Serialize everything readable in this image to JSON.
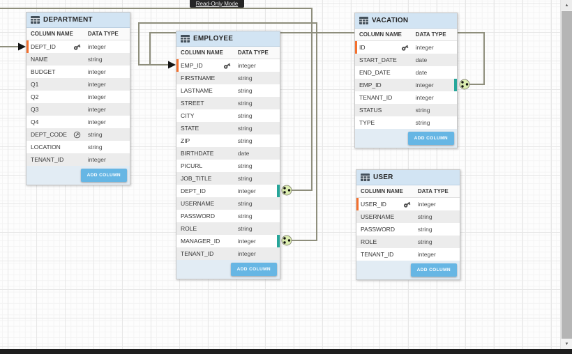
{
  "tooltip": {
    "label": "Read-Only Mode"
  },
  "table_ui": {
    "column_name_header": "COLUMN NAME",
    "data_type_header": "DATA TYPE",
    "add_column_label": "ADD COLUMN"
  },
  "tables": [
    {
      "id": "department",
      "title": "DEPARTMENT",
      "columns": [
        {
          "name": "DEPT_ID",
          "type": "integer",
          "key": "primary"
        },
        {
          "name": "NAME",
          "type": "string"
        },
        {
          "name": "BUDGET",
          "type": "integer"
        },
        {
          "name": "Q1",
          "type": "integer"
        },
        {
          "name": "Q2",
          "type": "integer"
        },
        {
          "name": "Q3",
          "type": "integer"
        },
        {
          "name": "Q4",
          "type": "integer"
        },
        {
          "name": "DEPT_CODE",
          "type": "string",
          "icon": "auto-generated"
        },
        {
          "name": "LOCATION",
          "type": "string"
        },
        {
          "name": "TENANT_ID",
          "type": "integer"
        }
      ]
    },
    {
      "id": "employee",
      "title": "EMPLOYEE",
      "columns": [
        {
          "name": "EMP_ID",
          "type": "integer",
          "key": "primary"
        },
        {
          "name": "FIRSTNAME",
          "type": "string"
        },
        {
          "name": "LASTNAME",
          "type": "string"
        },
        {
          "name": "STREET",
          "type": "string"
        },
        {
          "name": "CITY",
          "type": "string"
        },
        {
          "name": "STATE",
          "type": "string"
        },
        {
          "name": "ZIP",
          "type": "string"
        },
        {
          "name": "BIRTHDATE",
          "type": "date"
        },
        {
          "name": "PICURL",
          "type": "string"
        },
        {
          "name": "JOB_TITLE",
          "type": "string"
        },
        {
          "name": "DEPT_ID",
          "type": "integer",
          "key": "foreign"
        },
        {
          "name": "USERNAME",
          "type": "string"
        },
        {
          "name": "PASSWORD",
          "type": "string"
        },
        {
          "name": "ROLE",
          "type": "string"
        },
        {
          "name": "MANAGER_ID",
          "type": "integer",
          "key": "foreign"
        },
        {
          "name": "TENANT_ID",
          "type": "integer"
        }
      ]
    },
    {
      "id": "vacation",
      "title": "VACATION",
      "columns": [
        {
          "name": "ID",
          "type": "integer",
          "key": "primary"
        },
        {
          "name": "START_DATE",
          "type": "date"
        },
        {
          "name": "END_DATE",
          "type": "date"
        },
        {
          "name": "EMP_ID",
          "type": "integer",
          "key": "foreign"
        },
        {
          "name": "TENANT_ID",
          "type": "integer"
        },
        {
          "name": "STATUS",
          "type": "string"
        },
        {
          "name": "TYPE",
          "type": "string"
        }
      ]
    },
    {
      "id": "user",
      "title": "USER",
      "columns": [
        {
          "name": "USER_ID",
          "type": "integer",
          "key": "primary"
        },
        {
          "name": "USERNAME",
          "type": "string"
        },
        {
          "name": "PASSWORD",
          "type": "string"
        },
        {
          "name": "ROLE",
          "type": "string"
        },
        {
          "name": "TENANT_ID",
          "type": "integer"
        }
      ]
    }
  ],
  "colors": {
    "primary_key_accent": "#f4702e",
    "foreign_key_accent": "#26a69a",
    "table_header_bg": "#d2e4f3",
    "add_button_bg": "#66b6e4",
    "relationship_line": "#8e8e7c",
    "connector_fill": "#dcedb0"
  }
}
